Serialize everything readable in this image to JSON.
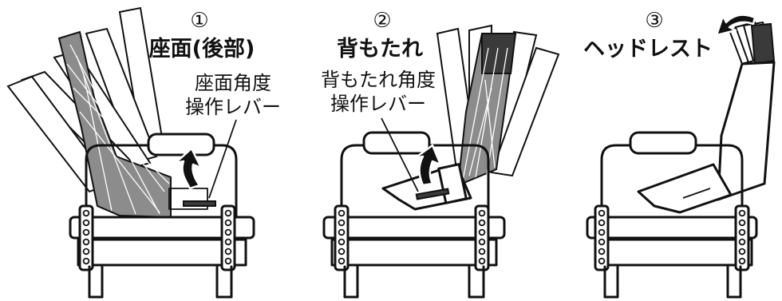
{
  "panels": [
    {
      "number": "①",
      "title": "座面(後部)",
      "note_lines": [
        "座面角度",
        "操作レバー"
      ]
    },
    {
      "number": "②",
      "title": "背もたれ",
      "note_lines": [
        "背もたれ角度",
        "操作レバー"
      ]
    },
    {
      "number": "③",
      "title": "ヘッドレスト",
      "note_lines": []
    }
  ],
  "colors": {
    "line": "#111111",
    "highlight_gray": "#8c8c8c",
    "highlight_dark": "#3a3a3a",
    "background": "#ffffff"
  }
}
